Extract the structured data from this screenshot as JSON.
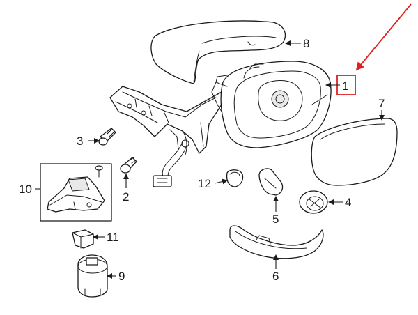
{
  "callouts": {
    "c1": "1",
    "c2": "2",
    "c3": "3",
    "c4": "4",
    "c5": "5",
    "c6": "6",
    "c7": "7",
    "c8": "8",
    "c9": "9",
    "c10": "10",
    "c11": "11",
    "c12": "12"
  },
  "colors": {
    "line": "#1a1a1a",
    "highlight": "#e02020",
    "background": "#ffffff"
  }
}
